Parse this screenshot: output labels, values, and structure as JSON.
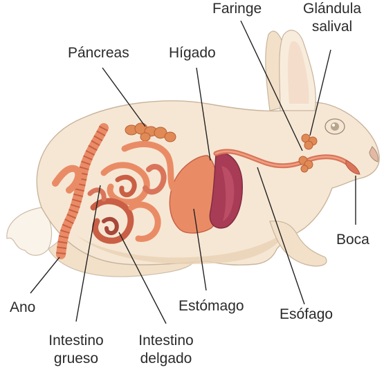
{
  "labels": {
    "faringe": "Faringe",
    "glandula_line1": "Glándula",
    "glandula_line2": "salival",
    "pancreas": "Páncreas",
    "higado": "Hígado",
    "boca": "Boca",
    "ano": "Ano",
    "estomago": "Estómago",
    "esofago": "Esófago",
    "intestino_grueso_line1": "Intestino",
    "intestino_grueso_line2": "grueso",
    "intestino_delgado_line1": "Intestino",
    "intestino_delgado_line2": "delgado"
  },
  "colors": {
    "fur": "#f6e7d4",
    "fur_shadow": "#e9d2b6",
    "fur_outline": "#c8b49c",
    "organ": "#e98c66",
    "organ_dark": "#c95f45",
    "stomach_inner": "#a83b55",
    "gland": "#e08a55",
    "leader_line": "#222222"
  }
}
